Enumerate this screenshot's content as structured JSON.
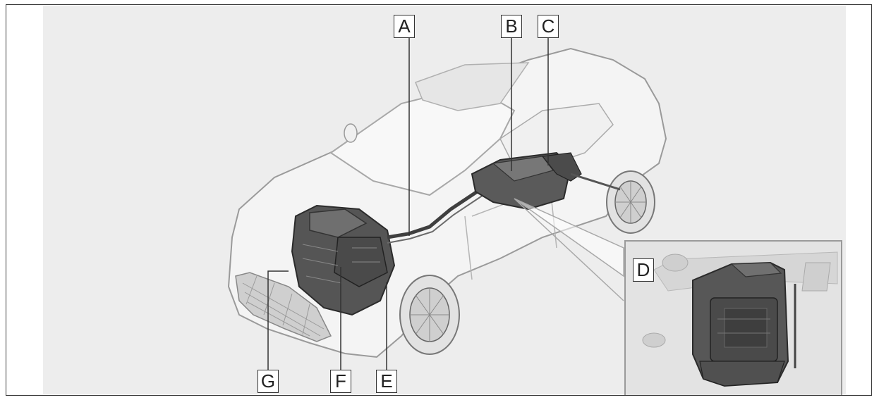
{
  "diagram": {
    "callouts": {
      "A": "A",
      "B": "B",
      "C": "C",
      "D": "D",
      "E": "E",
      "F": "F",
      "G": "G"
    }
  },
  "colors": {
    "background": "#ededed",
    "car_body": "#f4f4f4",
    "outline": "#9a9a9a",
    "components": "#3f3f3f"
  }
}
